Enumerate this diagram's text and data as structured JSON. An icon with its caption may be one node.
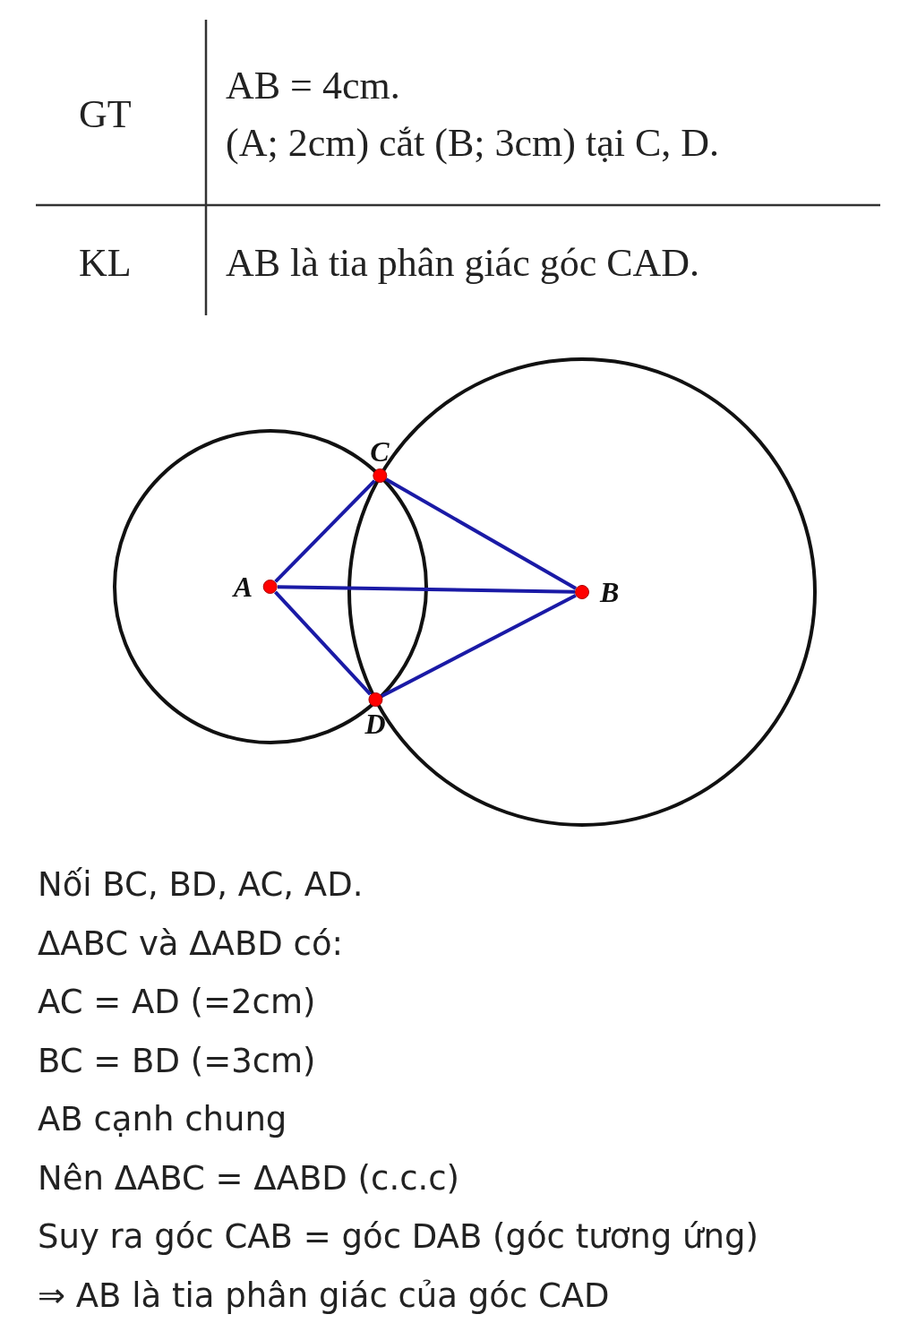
{
  "diagram": {
    "nodes": [
      {
        "text": [
          "C"
        ]
      },
      {
        "text": [
          "A"
        ]
      },
      {
        "text": [
          "B"
        ]
      },
      {
        "text": [
          "D"
        ]
      }
    ],
    "edges": [
      {
        "from": 1,
        "to": 2,
        "arrow": "none"
      },
      {
        "from": 2,
        "to": 0,
        "arrow": "none"
      },
      {
        "from": 2,
        "to": 3,
        "arrow": "none"
      },
      {
        "from": 1,
        "to": 0,
        "arrow": "none"
      },
      {
        "from": 1,
        "to": 3,
        "arrow": "none"
      }
    ],
    "labels": [
      "GT",
      "AB = 4cm.",
      "(A; 2cm) cắt (B; 3cm) tại C, D.",
      "KL",
      "AB là tia phân giác góc CAD.",
      "Nối BC, BD, AC, AD.",
      "ΔABC và ΔABD có:",
      "AC = AD (=2cm)",
      "BC = BD (=3cm)",
      "AB cạnh chung",
      "Nên ΔABC = ΔABD (c.c.c)",
      "Suy ra góc CAB = góc DAB (góc tương ứng)",
      "⇒ AB là tia phân giác của góc CAD"
    ]
  }
}
